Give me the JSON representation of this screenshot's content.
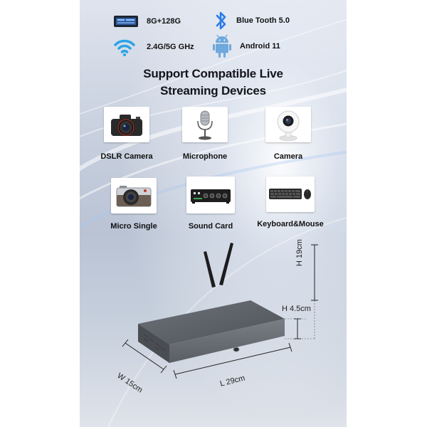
{
  "specs": {
    "memory": "8G+128G",
    "bluetooth": "Blue Tooth 5.0",
    "wifi": "2.4G/5G GHz",
    "os": "Android 11"
  },
  "headline": {
    "line1": "Support Compatible Live",
    "line2": "Streaming Devices"
  },
  "devices": [
    {
      "label": "DSLR Camera",
      "icon": "dslr-camera-icon"
    },
    {
      "label": "Microphone",
      "icon": "microphone-icon"
    },
    {
      "label": "Camera",
      "icon": "security-camera-icon"
    },
    {
      "label": "Micro Single",
      "icon": "mirrorless-camera-icon"
    },
    {
      "label": "Sound Card",
      "icon": "sound-card-icon"
    },
    {
      "label": "Keyboard&Mouse",
      "icon": "keyboard-mouse-icon"
    }
  ],
  "dimensions": {
    "height_with_antenna": "H 19cm",
    "height": "H 4.5cm",
    "width": "W 15cm",
    "length": "L 29cm"
  },
  "colors": {
    "bluetooth": "#2b7de9",
    "wifi": "#2aa3e6",
    "android": "#6fa8dc",
    "device_body": "#5d6168"
  }
}
